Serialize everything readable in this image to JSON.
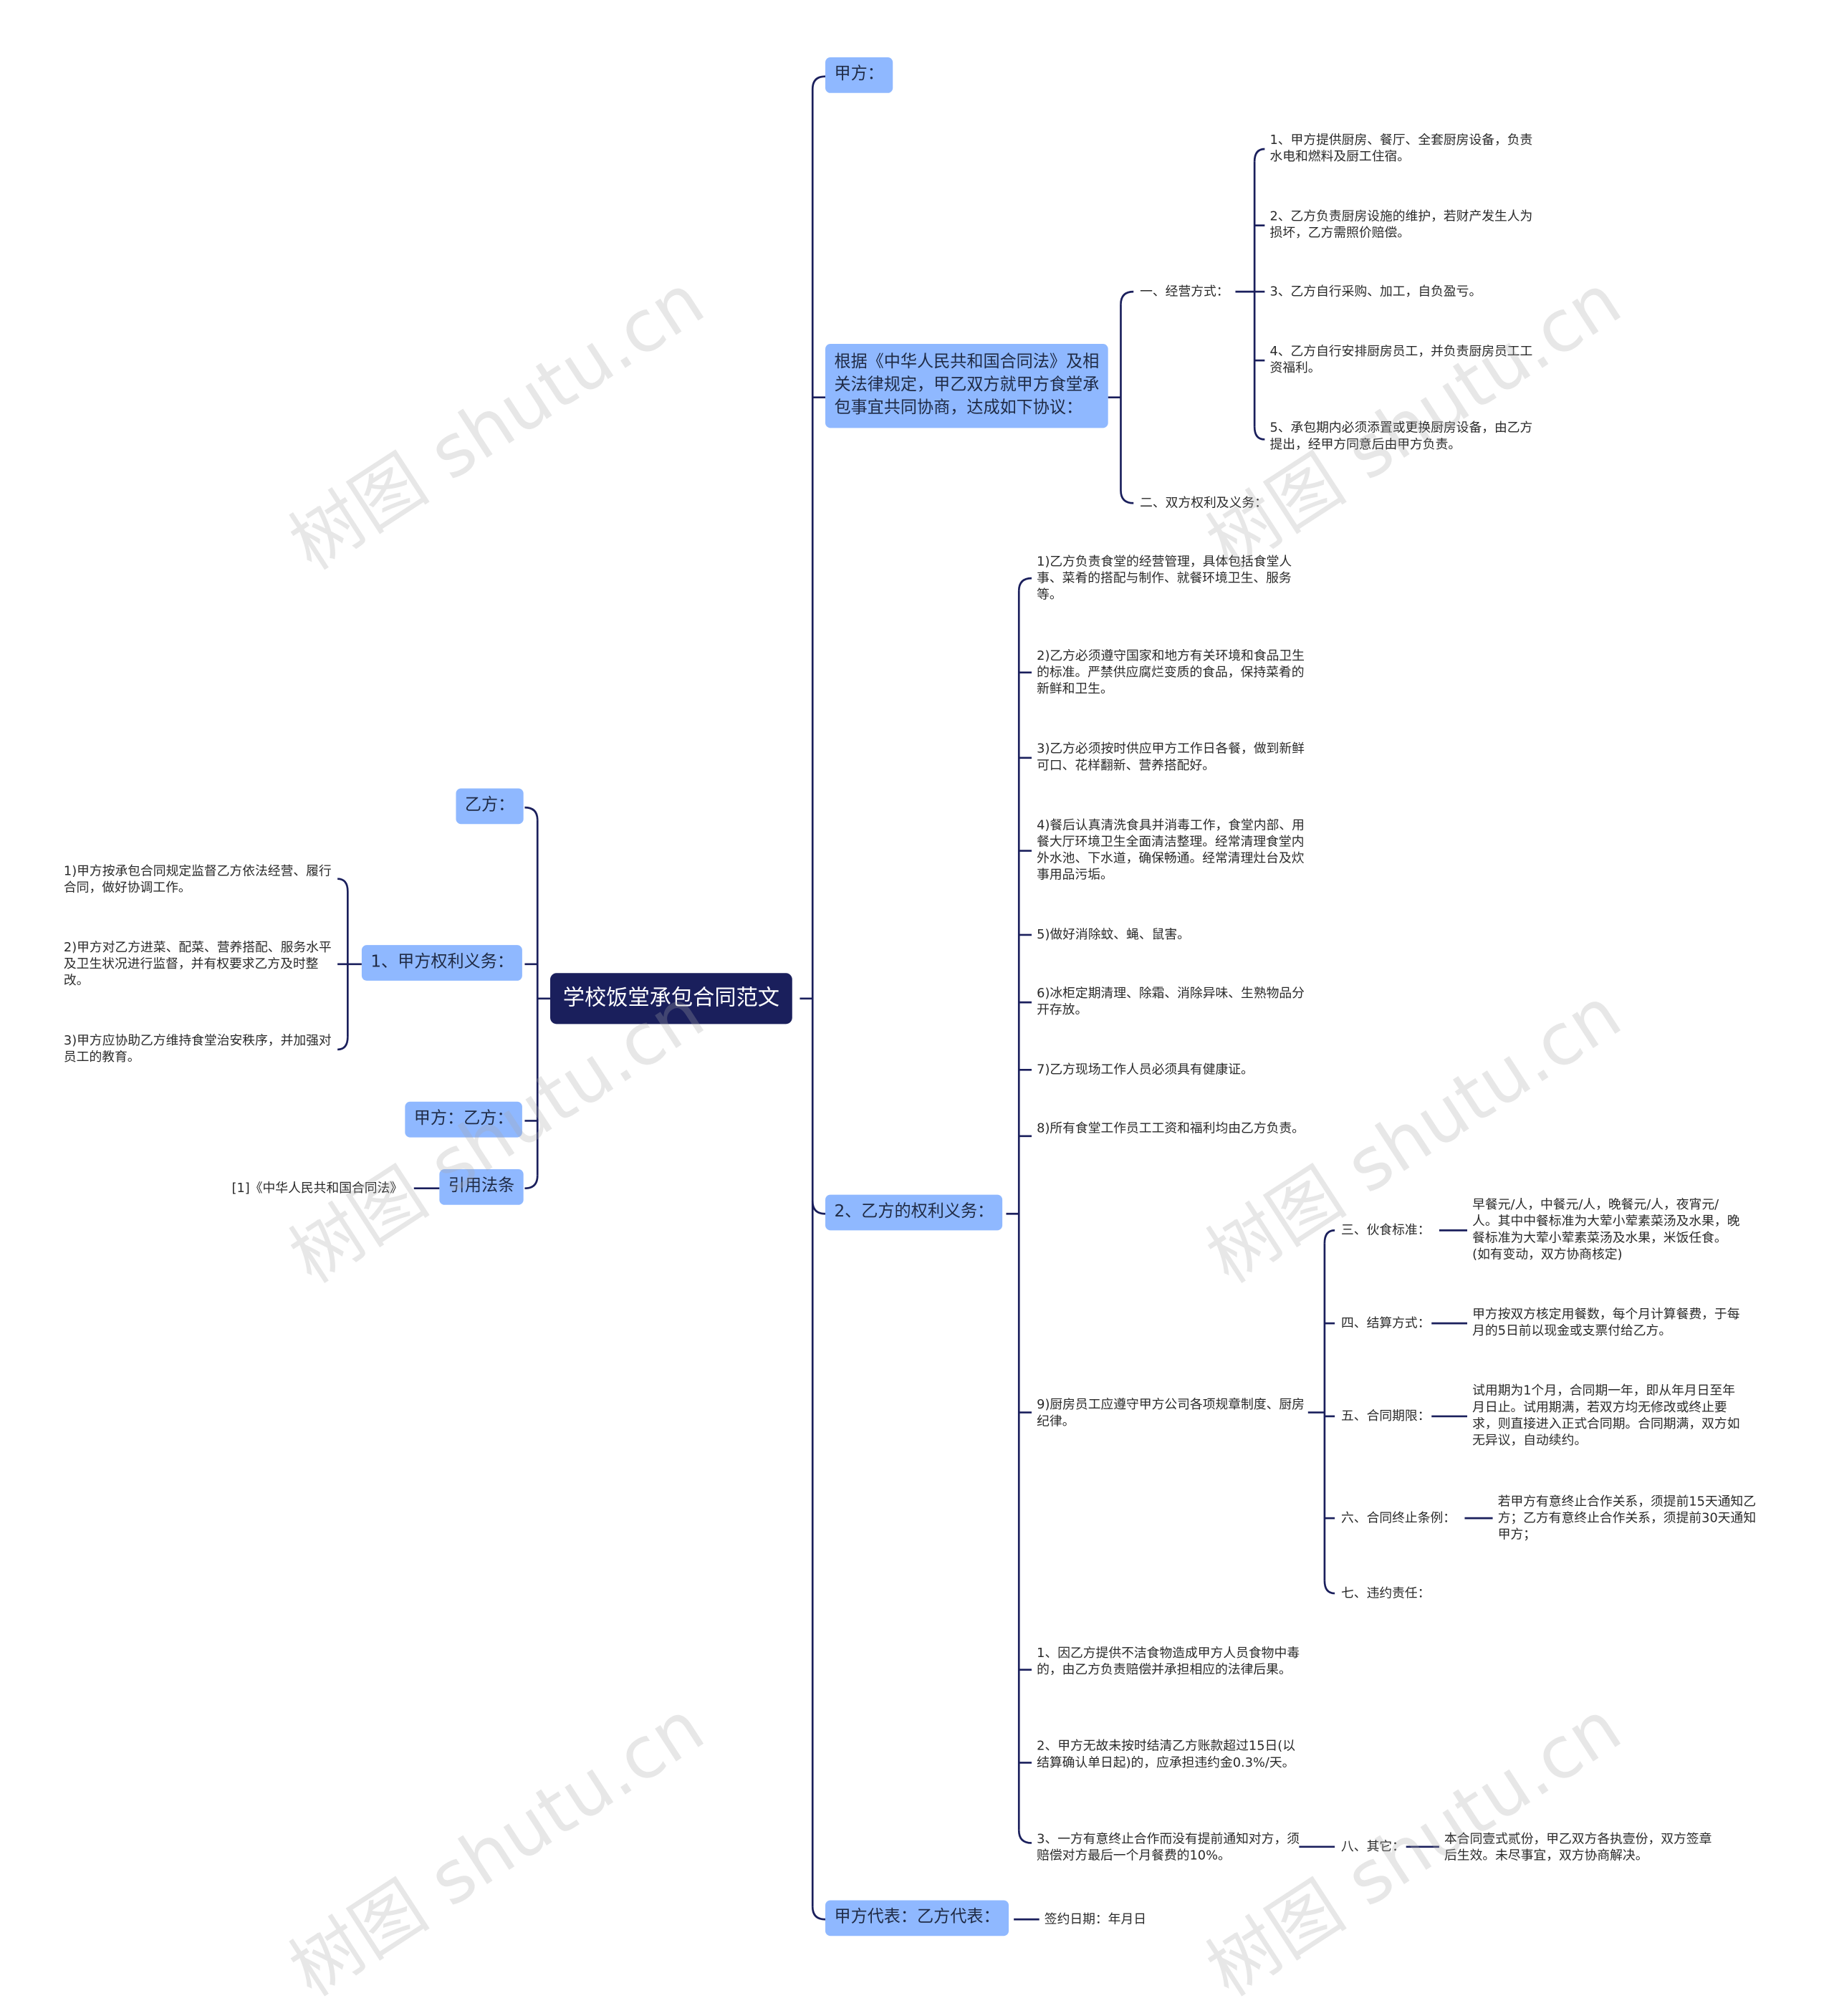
{
  "root": "学校饭堂承包合同范文",
  "right": {
    "party_a": "甲方：",
    "intro": "根据《中华人民共和国合同法》及相关法律规定，甲乙双方就甲方食堂承包事宜共同协商，达成如下协议：",
    "operation": "一、经营方式：",
    "operation_items": [
      "1、甲方提供厨房、餐厅、全套厨房设备，负责水电和燃料及厨工住宿。",
      "2、乙方负责厨房设施的维护，若财产发生人为损坏，乙方需照价赔偿。",
      "3、乙方自行采购、加工，自负盈亏。",
      "4、乙方自行安排厨房员工，并负责厨房员工工资福利。",
      "5、承包期内必须添置或更换厨房设备，由乙方提出，经甲方同意后由甲方负责。"
    ],
    "rights": "二、双方权利及义务：",
    "party_b_rights": "2、乙方的权利义务：",
    "b_items": [
      "1)乙方负责食堂的经营管理，具体包括食堂人事、菜肴的搭配与制作、就餐环境卫生、服务等。",
      "2)乙方必须遵守国家和地方有关环境和食品卫生的标准。严禁供应腐烂变质的食品，保持菜肴的新鲜和卫生。",
      "3)乙方必须按时供应甲方工作日各餐，做到新鲜可口、花样翻新、营养搭配好。",
      "4)餐后认真清洗食具并消毒工作，食堂内部、用餐大厅环境卫生全面清洁整理。经常清理食堂内外水池、下水道，确保畅通。经常清理灶台及炊事用品污垢。",
      "5)做好消除蚊、蝇、鼠害。",
      "6)冰柜定期清理、除霜、消除异味、生熟物品分开存放。",
      "7)乙方现场工作人员必须具有健康证。",
      "8)所有食堂工作员工工资和福利均由乙方负责。",
      "9)厨房员工应遵守甲方公司各项规章制度、厨房纪律。",
      "1、因乙方提供不洁食物造成甲方人员食物中毒的，由乙方负责赔偿并承担相应的法律后果。",
      "2、甲方无故未按时结清乙方账款超过15日(以结算确认单日起)的，应承担违约金0.3%/天。",
      "3、一方有意终止合作而没有提前通知对方，须赔偿对方最后一个月餐费的10%。"
    ],
    "sub9": [
      {
        "label": "三、伙食标准：",
        "text": "早餐元/人，中餐元/人，晚餐元/人，夜宵元/人。其中中餐标准为大荤小荤素菜汤及水果，晚餐标准为大荤小荤素菜汤及水果，米饭任食。(如有变动，双方协商核定)"
      },
      {
        "label": "四、结算方式：",
        "text": "甲方按双方核定用餐数，每个月计算餐费，于每月的5日前以现金或支票付给乙方。"
      },
      {
        "label": "五、合同期限：",
        "text": "试用期为1个月，合同期一年，即从年月日至年月日止。试用期满，若双方均无修改或终止要求，则直接进入正式合同期。合同期满，双方如无异议，自动续约。"
      },
      {
        "label": "六、合同终止条例：",
        "text": "若甲方有意终止合作关系，须提前15天通知乙方；乙方有意终止合作关系，须提前30天通知甲方；"
      },
      {
        "label": "七、违约责任：",
        "text": ""
      }
    ],
    "other": "八、其它：",
    "other_text": "本合同壹式贰份，甲乙双方各执壹份，双方签章后生效。未尽事宜，双方协商解决。",
    "reps": "甲方代表：乙方代表：",
    "sign_date": "签约日期：年月日"
  },
  "left": {
    "party_b": "乙方：",
    "party_a_rights": "1、甲方权利义务：",
    "a_items": [
      "1)甲方按承包合同规定监督乙方依法经营、履行合同，做好协调工作。",
      "2)甲方对乙方进菜、配菜、营养搭配、服务水平及卫生状况进行监督，并有权要求乙方及时整改。",
      "3)甲方应协助乙方维持食堂治安秩序，并加强对员工的教育。"
    ],
    "parties": "甲方：乙方：",
    "citation": "引用法条",
    "citation_item": "[1]《中华人民共和国合同法》"
  },
  "watermark": "树图 shutu.cn",
  "colors": {
    "root_bg": "#1a1f5c",
    "node_bg": "#8fb8ff",
    "line": "#1a1f5c"
  }
}
